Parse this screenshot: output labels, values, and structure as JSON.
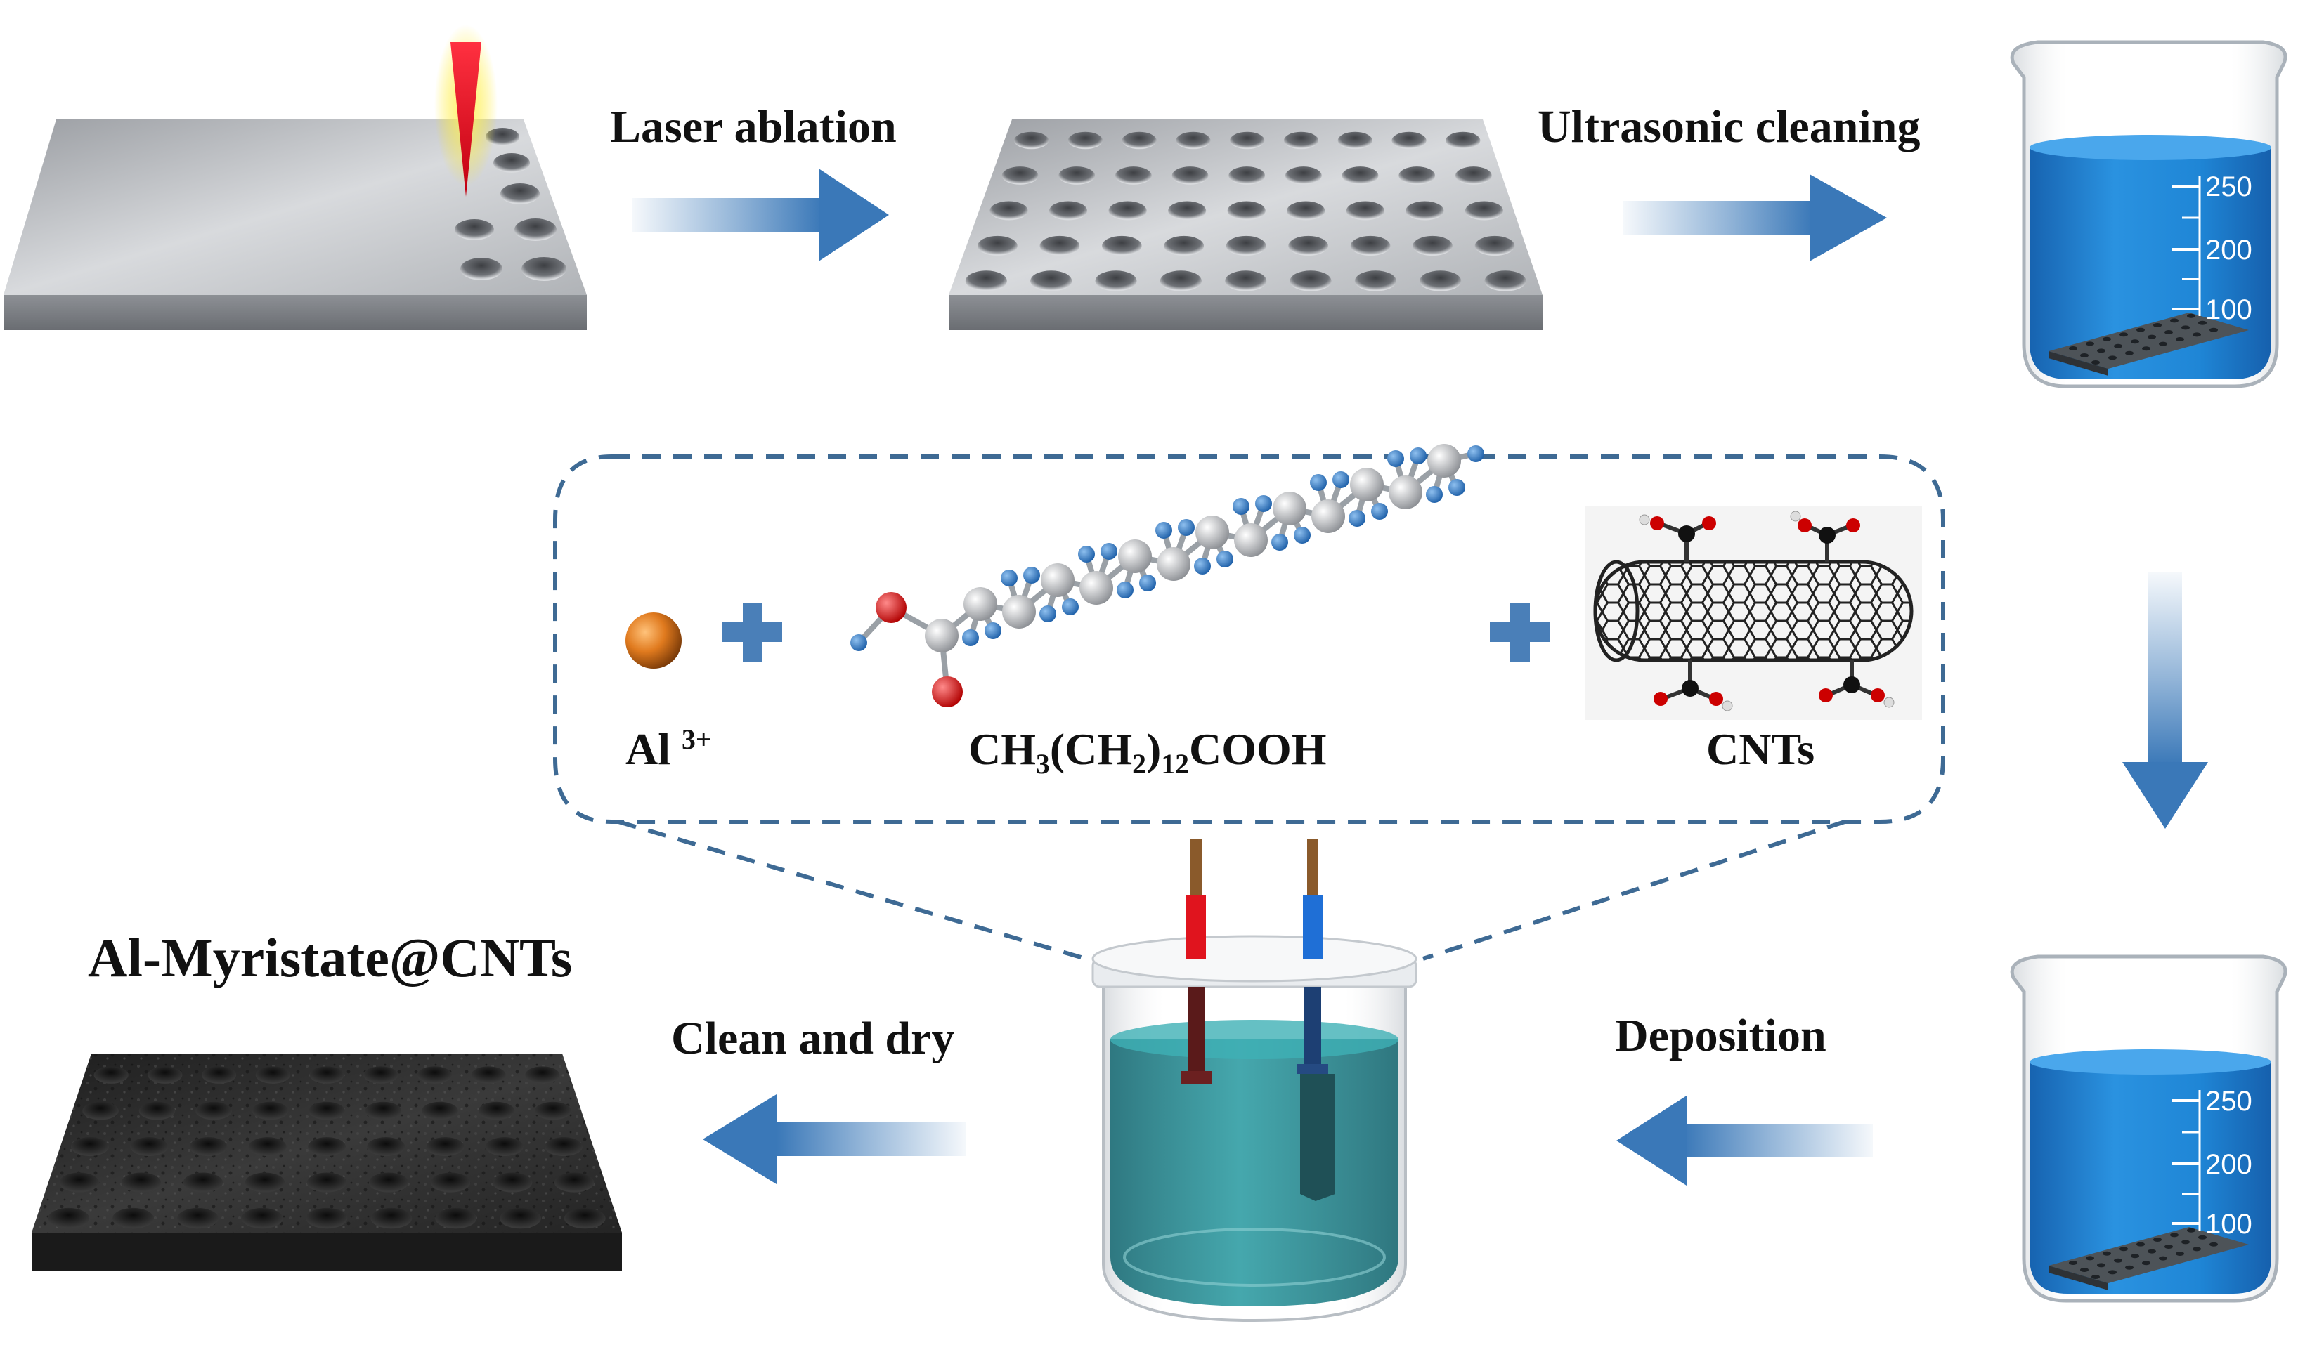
{
  "steps": {
    "laser": "Laser ablation",
    "ultrasonic": "Ultrasonic cleaning",
    "deposition": "Deposition",
    "clean_dry": "Clean and dry"
  },
  "product": "Al-Myristate@CNTs",
  "reagents": {
    "al_base": "Al",
    "al_charge": "3+",
    "formula": {
      "p1": "CH",
      "s1": "3",
      "p2": "(CH",
      "s2": "2",
      "p3": ")",
      "s3": "12",
      "p4": "COOH"
    },
    "cnts": "CNTs"
  },
  "beaker_marks": [
    "250",
    "200",
    "100"
  ],
  "colors": {
    "arrow": "#3a78b8",
    "liquid": "#1f86d6",
    "cell_liquid": "#2c8f95",
    "dashed_box": "#3e6a94",
    "plate_gray": "#b4b6ba",
    "plate_black": "#2b2b2b",
    "laser": "#e8101e"
  },
  "icons": [
    "laser-beam-icon",
    "beaker-icon",
    "electrolytic-cell-icon",
    "carbon-nanotube-icon",
    "myristic-acid-molecule-icon",
    "aluminum-ion-icon",
    "plus-icon"
  ]
}
